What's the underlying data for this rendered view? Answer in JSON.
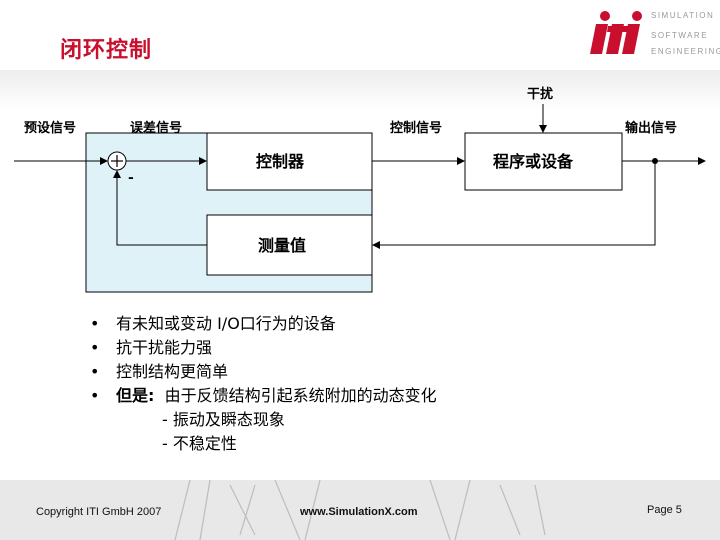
{
  "slide": {
    "title": "闭环控制",
    "brand_lines": [
      "SIMULATION",
      "SOFTWARE",
      "ENGINEERING"
    ],
    "logo_text": "iti"
  },
  "diagram": {
    "disturbance": "干扰",
    "setpoint": "预设信号",
    "error_signal": "误差信号",
    "control_signal": "控制信号",
    "output_signal": "输出信号",
    "controller": "控制器",
    "plant": "程序或设备",
    "measurement": "测量值",
    "sum_plus": "+",
    "sum_minus": "-"
  },
  "bullets": [
    "有未知或变动 I/O口行为的设备",
    "抗干扰能力强",
    " 控制结构更简单"
  ],
  "bullet_but": {
    "prefix": "但是:",
    "text": "  由于反馈结构引起系统附加的动态变化"
  },
  "sub_items": [
    "- 振动及瞬态现象",
    "- 不稳定性"
  ],
  "footer": {
    "copyright": "Copyright ITI GmbH 2007",
    "website": "www.SimulationX.com",
    "page": "Page 5"
  },
  "colors": {
    "title": "#c8102e",
    "controller_area": "#dff2f8",
    "logo": "#c8102e"
  }
}
